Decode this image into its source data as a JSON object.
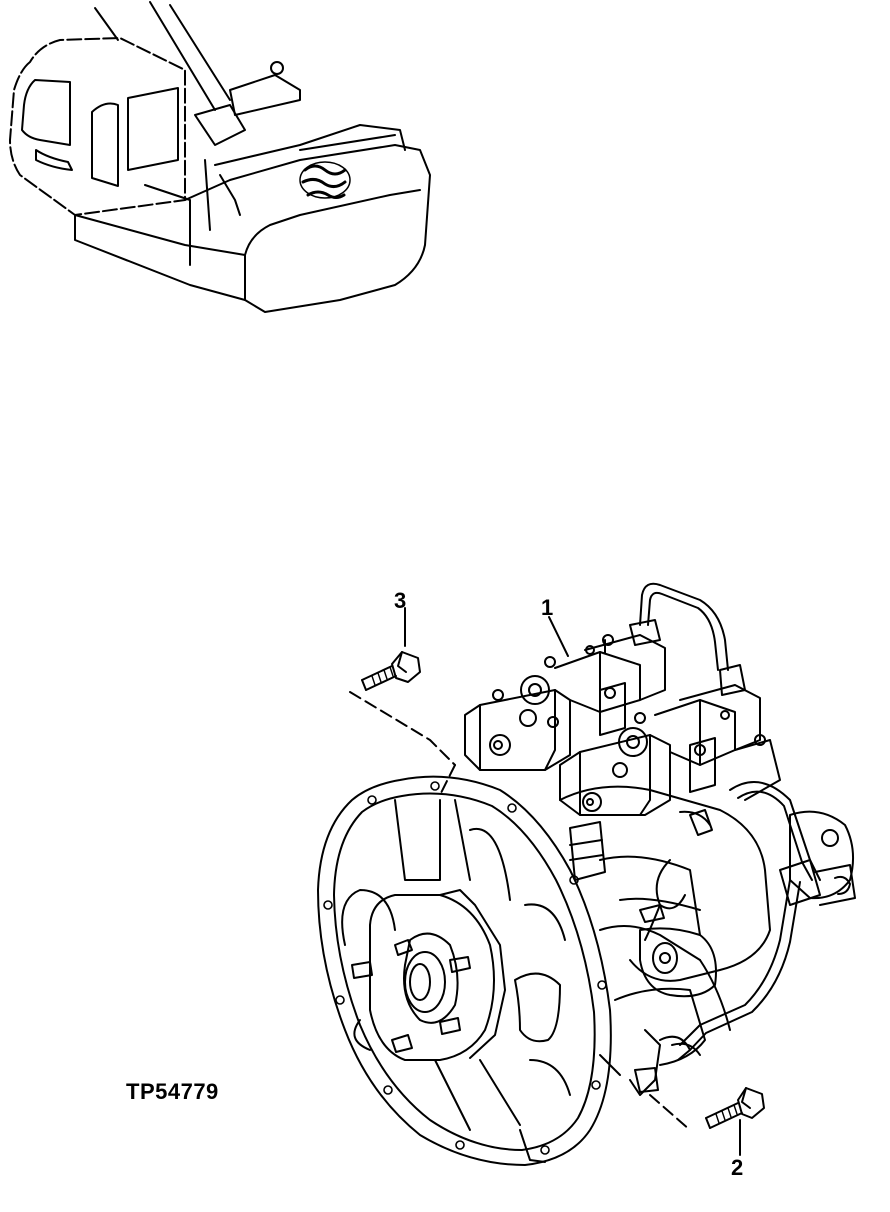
{
  "labels": {
    "part_1": "1",
    "part_2": "2",
    "part_3": "3",
    "drawing_number": "TP54779"
  },
  "colors": {
    "line": "#000000",
    "background": "#ffffff"
  },
  "icons": {
    "machine_locator": "excavator-upper-structure-icon",
    "assembly": "hydraulic-pump-assembly-icon",
    "fastener": "cap-screw-icon"
  }
}
